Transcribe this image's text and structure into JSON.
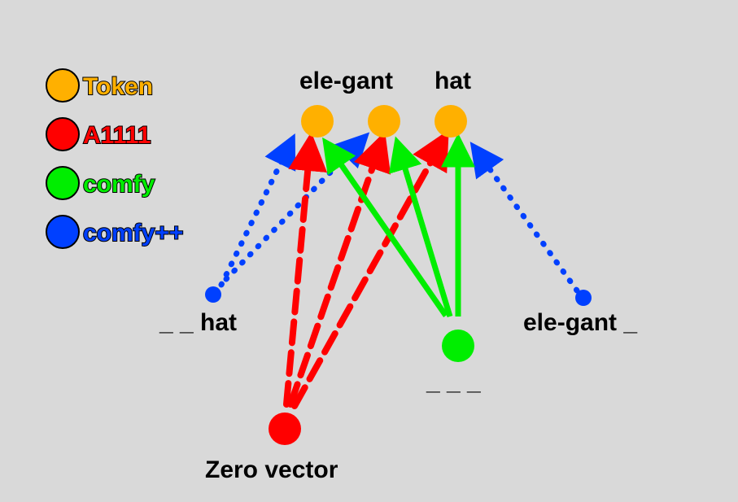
{
  "colors": {
    "background": "#d9d9d9",
    "token": "#ffb000",
    "a1111": "#ff0000",
    "comfy": "#00ee00",
    "comfy_pp": "#0040ff"
  },
  "legend": [
    {
      "key": "token",
      "label": "Token"
    },
    {
      "key": "a1111",
      "label": "A1111"
    },
    {
      "key": "comfy",
      "label": "comfy"
    },
    {
      "key": "comfy_pp",
      "label": "comfy++"
    }
  ],
  "nodes": {
    "token_ele": {
      "color_key": "token"
    },
    "token_gant": {
      "color_key": "token"
    },
    "token_hat": {
      "color_key": "token"
    },
    "hat_source": {
      "label": "_ _ hat",
      "color_key": "comfy_pp"
    },
    "elegant_source": {
      "label": "ele-gant _",
      "color_key": "comfy_pp"
    },
    "blank_source": {
      "label": "_ _ _",
      "color_key": "comfy"
    },
    "zero_source": {
      "label": "Zero vector",
      "color_key": "a1111"
    }
  },
  "top_labels": {
    "elegant": "ele-gant",
    "hat": "hat"
  },
  "edges": [
    {
      "from": "hat_source",
      "to": "token_ele",
      "style": "dotted",
      "color_key": "comfy_pp"
    },
    {
      "from": "hat_source",
      "to": "token_gant",
      "style": "dotted",
      "color_key": "comfy_pp"
    },
    {
      "from": "elegant_source",
      "to": "token_hat",
      "style": "dotted",
      "color_key": "comfy_pp"
    },
    {
      "from": "zero_source",
      "to": "token_ele",
      "style": "dashed",
      "color_key": "a1111"
    },
    {
      "from": "zero_source",
      "to": "token_gant",
      "style": "dashed",
      "color_key": "a1111"
    },
    {
      "from": "zero_source",
      "to": "token_hat",
      "style": "dashed",
      "color_key": "a1111"
    },
    {
      "from": "blank_source",
      "to": "token_ele",
      "style": "solid",
      "color_key": "comfy"
    },
    {
      "from": "blank_source",
      "to": "token_gant",
      "style": "solid",
      "color_key": "comfy"
    },
    {
      "from": "blank_source",
      "to": "token_hat",
      "style": "solid",
      "color_key": "comfy"
    }
  ]
}
